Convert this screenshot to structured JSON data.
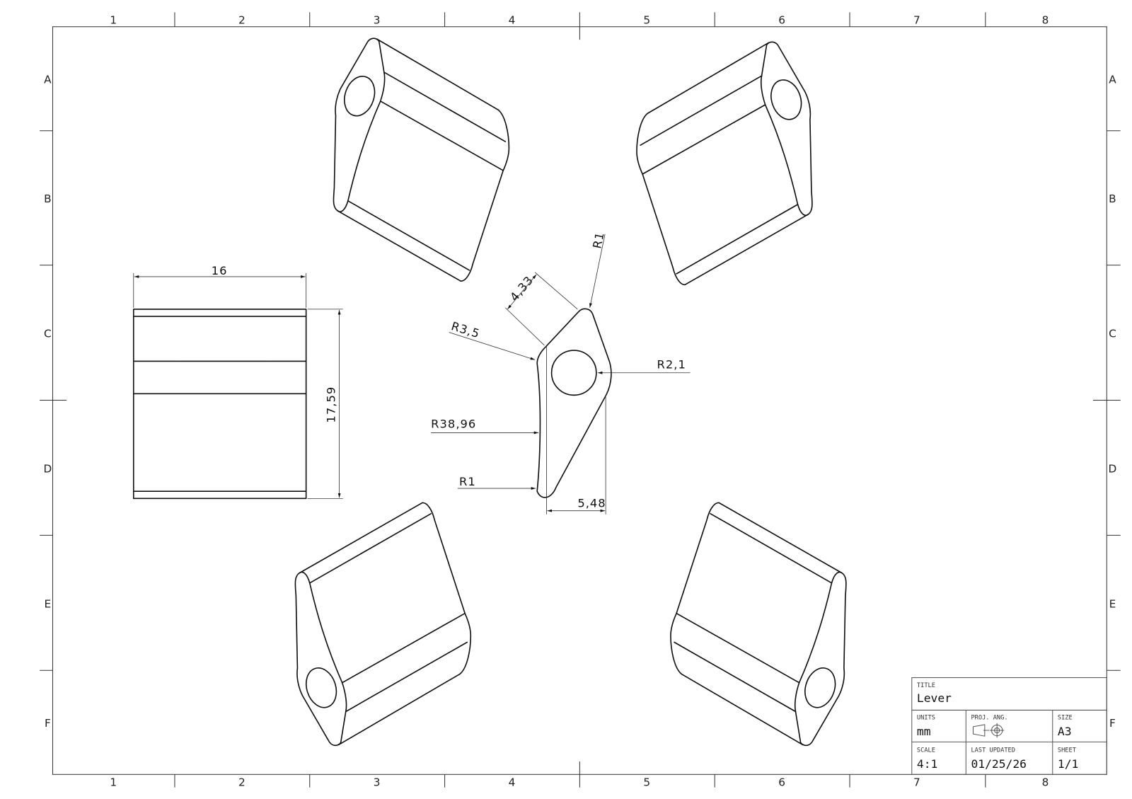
{
  "sheet": {
    "columns": [
      "1",
      "2",
      "3",
      "4",
      "5",
      "6",
      "7",
      "8"
    ],
    "rows": [
      "A",
      "B",
      "C",
      "D",
      "E",
      "F"
    ]
  },
  "dimensions": {
    "width": "16",
    "height": "17,59",
    "r_top": "R1",
    "chamfer": "4,33",
    "r_left_top": "R3,5",
    "r_hole": "R2,1",
    "r_arc": "R38,96",
    "r_bottom": "R1",
    "offset": "5,48"
  },
  "title_block": {
    "title_label": "TITLE",
    "title": "Lever",
    "units_label": "UNITS",
    "units": "mm",
    "proj_label": "PROJ. ANG.",
    "size_label": "SIZE",
    "size": "A3",
    "scale_label": "SCALE",
    "scale": "4:1",
    "updated_label": "LAST UPDATED",
    "updated": "01/25/26",
    "sheet_label": "SHEET",
    "sheet": "1/1"
  }
}
